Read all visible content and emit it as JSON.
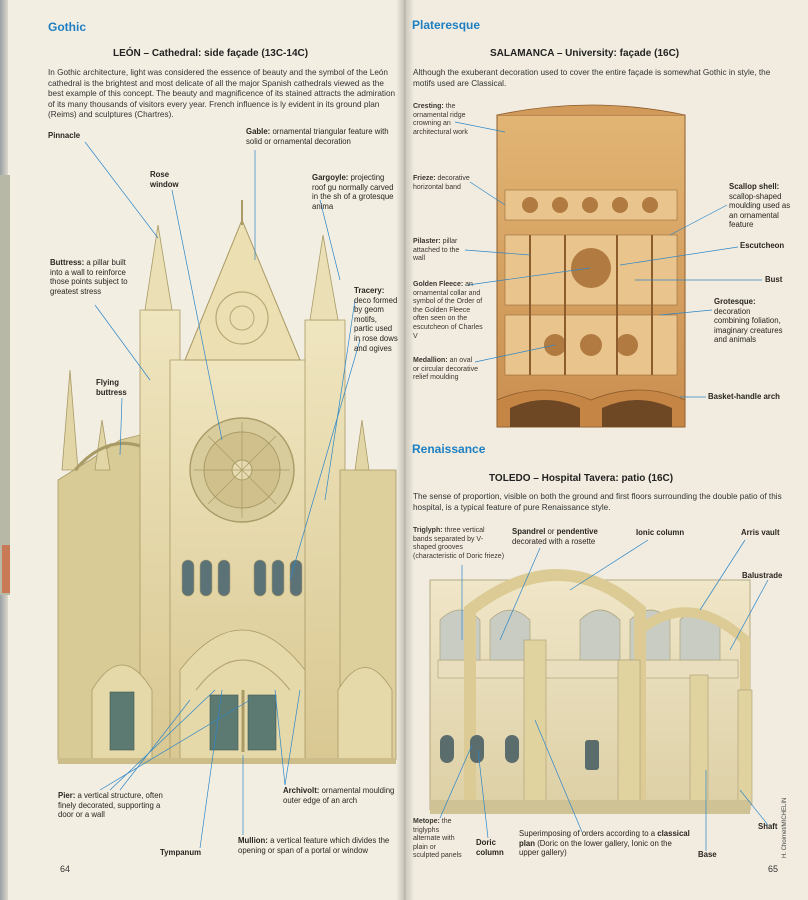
{
  "left": {
    "section": "Gothic",
    "heading": "LEÓN – Cathedral: side façade (13C-14C)",
    "intro": "In Gothic architecture, light was considered the essence of beauty and the symbol of the León cathedral is the brightest and most delicate of all the major Spanish cathedrals viewed as the best example of this concept. The beauty and magnificence of its stained attracts the admiration of its many thousands of visitors every year. French influence is ly evident in its ground plan (Reims) and sculptures (Chartres).",
    "labels": {
      "pinnacle": "Pinnacle",
      "gable_term": "Gable:",
      "gable_def": "ornamental triangular feature with solid or ornamental decoration",
      "rose_window": "Rose window",
      "gargoyle_term": "Gargoyle:",
      "gargoyle_def": "projecting roof gu normally carved in the sh of a grotesque anima",
      "buttress_term": "Buttress:",
      "buttress_def": "a pillar built into a wall to reinforce those points subject to greatest stress",
      "tracery_term": "Tracery:",
      "tracery_def": "deco formed by geom motifs, partic used in rose dows and ogives",
      "flying_buttress": "Flying buttress",
      "pier_term": "Pier:",
      "pier_def": "a vertical structure, often finely decorated, supporting a door or a wall",
      "archivolt_term": "Archivolt:",
      "archivolt_def": "ornamental moulding outer edge of an arch",
      "tympanum": "Tympanum",
      "mullion_term": "Mullion:",
      "mullion_def": "a vertical feature which divides the opening or span of a portal or window"
    },
    "page_number": "64"
  },
  "right": {
    "section_plateresque": "Plateresque",
    "heading_salamanca": "SALAMANCA – University: façade (16C)",
    "intro_salamanca": "Although the exuberant decoration used to cover the entire façade is somewhat Gothic in style, the motifs used are Classical.",
    "labels_salamanca": {
      "cresting_term": "Cresting:",
      "cresting_def": "the ornamental ridge crowning an architectural work",
      "frieze_term": "Frieze:",
      "frieze_def": "decorative horizontal band",
      "pilaster_term": "Pilaster:",
      "pilaster_def": "pillar attached to the wall",
      "golden_fleece_term": "Golden Fleece:",
      "golden_fleece_def": "an ornamental collar and symbol of the Order of the Golden Fleece often seen on the escutcheon of Charles V",
      "medallion_term": "Medallion:",
      "medallion_def": "an oval or circular decorative relief moulding",
      "scallop_term": "Scallop shell:",
      "scallop_def": "scallop-shaped moulding used as an ornamental feature",
      "escutcheon": "Escutcheon",
      "bust": "Bust",
      "grotesque_term": "Grotesque:",
      "grotesque_def": "decoration combining foliation, imaginary creatures and animals",
      "basket_arch": "Basket-handle arch"
    },
    "section_renaissance": "Renaissance",
    "heading_toledo": "TOLEDO – Hospital Tavera: patio (16C)",
    "intro_toledo": "The sense of proportion, visible on both the ground and first floors surrounding the double patio of this hospital, is a typical feature of pure Renaissance style.",
    "labels_toledo": {
      "triglyph_term": "Triglyph:",
      "triglyph_def": "three vertical bands separated by V-shaped grooves (characteristic of Doric frieze)",
      "spandrel_term": "Spandrel",
      "spandrel_or": "or",
      "pendentive_term": "pendentive",
      "spandrel_def": "decorated with a rosette",
      "ionic_column": "Ionic column",
      "arris_vault": "Arris vault",
      "balustrade": "Balustrade",
      "metope_term": "Metope:",
      "metope_def": "the triglyphs alternate with plain or sculpted panels",
      "doric_column": "Doric column",
      "superimposing_pre": "Superimposing of orders according to a",
      "classical_plan": "classical plan",
      "superimposing_post": "(Doric on the lower gallery, Ionic on the upper gallery)",
      "shaft": "Shaft",
      "base": "Base"
    },
    "credit": "H. Choimet/MICHELIN",
    "page_number": "65"
  },
  "colors": {
    "section_blue": "#1d7fc2",
    "leader_blue": "#2d86c9",
    "stone": "#e4d6a6",
    "plateresque": "#d6a567"
  }
}
